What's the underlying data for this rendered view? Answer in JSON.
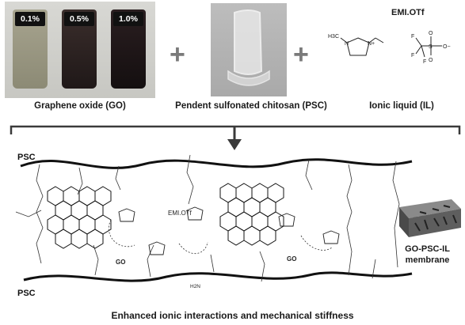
{
  "top": {
    "vials": [
      {
        "label": "0.1%",
        "color": "#9a9680"
      },
      {
        "label": "0.5%",
        "color": "#2d2322"
      },
      {
        "label": "1.0%",
        "color": "#1c1517"
      }
    ],
    "captions": {
      "go": "Graphene oxide (GO)",
      "psc": "Pendent sulfonated chitosan (PSC)",
      "il": "Ionic liquid (IL)"
    },
    "il_name": "EMI.OTf",
    "il_atoms": {
      "h3c": "H3C",
      "n_left": "N",
      "n_right": "N+",
      "f1": "F",
      "f2": "F",
      "f3": "F",
      "s": "S",
      "o1": "O",
      "o2": "O",
      "o_minus": "O−"
    }
  },
  "membrane": {
    "psc_top": "PSC",
    "psc_bottom": "PSC",
    "il_label": "EMI.OTf",
    "go_labels": [
      "GO",
      "GO"
    ],
    "bottom_amine": "H2N"
  },
  "product": {
    "line1": "GO-PSC-IL",
    "line2": "membrane"
  },
  "footer": "Enhanced ionic interactions and mechanical stiffness",
  "colors": {
    "plus": "#7a7a7a",
    "arrow": "#3a3a3a",
    "membrane_box": "#5a5a5a"
  }
}
